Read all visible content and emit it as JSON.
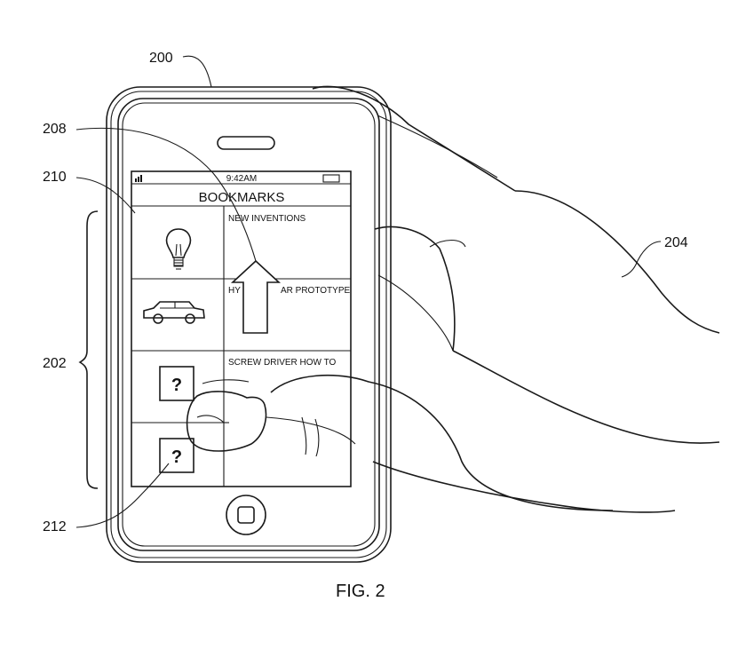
{
  "reference_labels": {
    "device": "200",
    "gesture_arrow": "208",
    "first_icon": "210",
    "bookmark_list": "202",
    "hand": "204",
    "unknown_icon": "212"
  },
  "status_bar": {
    "time": "9:42AM"
  },
  "screen_title": "BOOKMARKS",
  "bookmarks": [
    {
      "title": "NEW INVENTIONS",
      "icon": "light-bulb-icon"
    },
    {
      "title_left": "HY",
      "title_right": "AR PROTOTYPE",
      "icon": "car-icon"
    },
    {
      "title": "SCREW DRIVER HOW TO",
      "icon": "question-mark-icon",
      "icon_glyph": "?"
    },
    {
      "title": "",
      "icon": "question-mark-icon",
      "icon_glyph": "?"
    }
  ],
  "caption": "FIG. 2"
}
